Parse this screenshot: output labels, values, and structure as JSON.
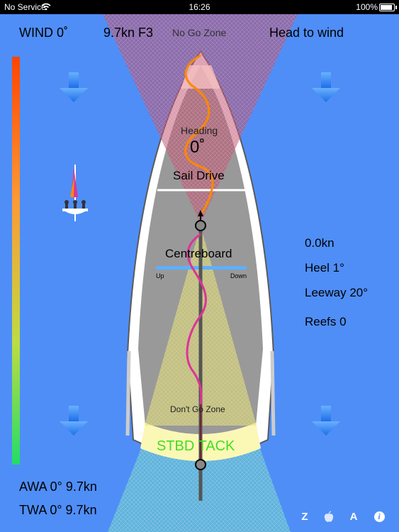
{
  "status_bar": {
    "carrier": "No Service",
    "time": "16:26",
    "battery": "100%"
  },
  "header": {
    "wind": "WIND 0˚",
    "wind_speed": "9.7kn F3",
    "no_go_zone": "No Go Zone",
    "point_of_sail": "Head to wind"
  },
  "boat": {
    "heading_label": "Heading",
    "heading_value": "0˚",
    "sail_drive_label": "Sail Drive",
    "centreboard_label": "Centreboard",
    "centreboard_up": "Up",
    "centreboard_down": "Down",
    "dont_go_zone": "Don't Go Zone",
    "tack": "STBD TACK"
  },
  "readouts": {
    "speed": "0.0kn",
    "heel": "Heel 1°",
    "leeway": "Leeway 20°",
    "reefs": "Reefs 0"
  },
  "footer": {
    "awa": "AWA 0° 9.7kn",
    "twa": "TWA 0° 9.7kn"
  },
  "toolbar": {
    "z_label": "Z",
    "a_label": "A",
    "info_label": "i"
  },
  "colors": {
    "background": "#4f8ef7",
    "hull": "#999999",
    "tack_text": "#44dd22",
    "wake": "#dd3399",
    "sail_line": "#ff8800",
    "arrow": "#3a86f0"
  }
}
